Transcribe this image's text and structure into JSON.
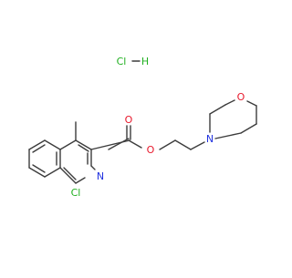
{
  "molecule": {
    "atoms": {
      "cl_salt": "Cl",
      "h_salt": "H",
      "carbonyl_o": "O",
      "ester_o": "O",
      "morpholine_n": "N",
      "morpholine_o": "O",
      "ring_n": "N",
      "ring_cl": "Cl"
    }
  },
  "colors": {
    "bond": "#3c3c3c",
    "oxygen": "#e8192c",
    "nitrogen": "#2233e0",
    "chlorine": "#20b020",
    "hydrogen_salt": "#20b020"
  }
}
